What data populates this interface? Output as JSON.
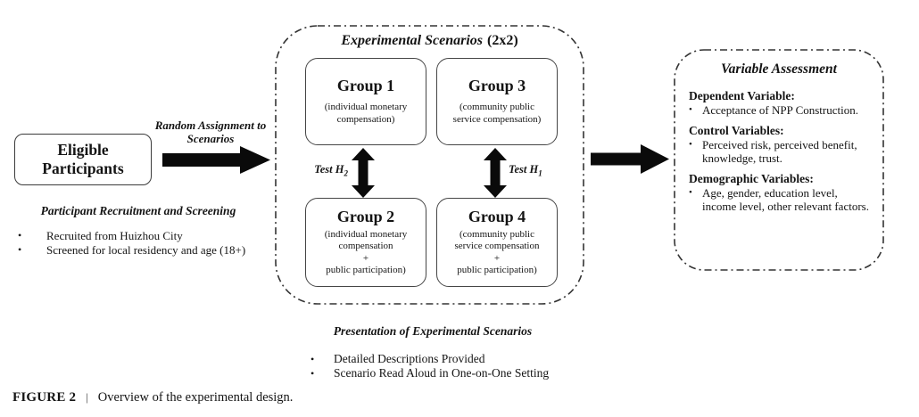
{
  "ui": {
    "bullet": "•"
  },
  "left": {
    "eligible_label": "Eligible Participants",
    "random_assignment_label": "Random Assignment to Scenarios",
    "recruitment_title": "Participant Recruitment and Screening",
    "recruitment_bullets": [
      "Recruited from Huizhou City",
      "Screened for local residency and age (18+)"
    ]
  },
  "scenarios": {
    "title_main": "Experimental Scenarios",
    "title_suffix": "(2x2)",
    "groups": [
      {
        "name": "Group 1",
        "desc_lines": [
          "(individual monetary",
          "compensation)"
        ]
      },
      {
        "name": "Group 3",
        "desc_lines": [
          "(community public",
          "service compensation)"
        ]
      },
      {
        "name": "Group 2",
        "desc_lines": [
          "(individual monetary",
          "compensation",
          "+",
          "public participation)"
        ]
      },
      {
        "name": "Group 4",
        "desc_lines": [
          "(community public",
          "service compensation",
          "+",
          "public participation)"
        ]
      }
    ],
    "test_h2": {
      "text": "Test H",
      "sub": "2"
    },
    "test_h1": {
      "text": "Test H",
      "sub": "1"
    }
  },
  "assessment": {
    "title": "Variable Assessment",
    "sections": [
      {
        "heading": "Dependent Variable:",
        "bullets": [
          "Acceptance of NPP Construction."
        ]
      },
      {
        "heading": "Control Variables:",
        "bullets": [
          "Perceived risk, perceived benefit, knowledge, trust."
        ]
      },
      {
        "heading": "Demographic Variables:",
        "bullets": [
          "Age, gender, education level, income level, other relevant factors."
        ]
      }
    ]
  },
  "presentation": {
    "title": "Presentation of Experimental Scenarios",
    "bullets": [
      "Detailed Descriptions Provided",
      "Scenario Read Aloud in One-on-One Setting"
    ]
  },
  "caption": {
    "label": "FIGURE 2",
    "separator": "|",
    "text": "Overview of the experimental design."
  },
  "colors": {
    "ink": "#141414",
    "border": "#3a3a3a"
  }
}
